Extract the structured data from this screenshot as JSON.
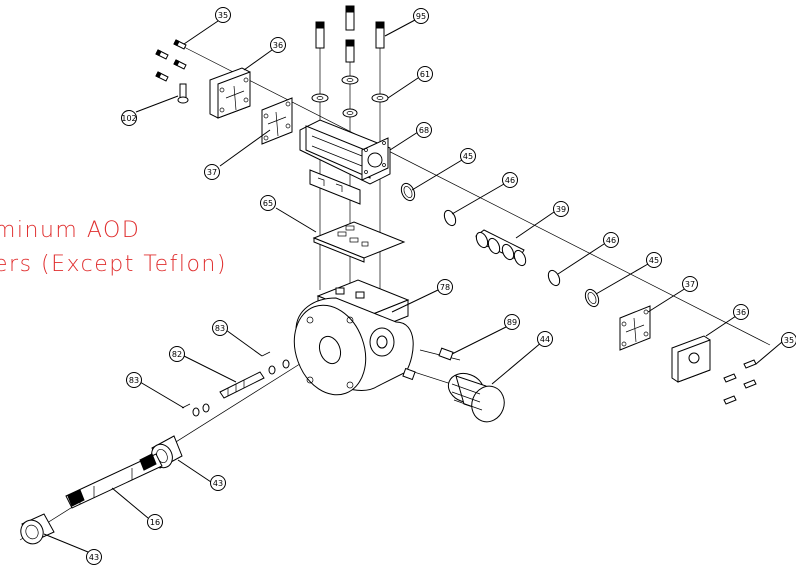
{
  "diagram": {
    "title_lines": [
      "minum AOD",
      "ers (Except Teflon)"
    ],
    "callouts": [
      {
        "id": "c35a",
        "label": "35"
      },
      {
        "id": "c95",
        "label": "95"
      },
      {
        "id": "c36a",
        "label": "36"
      },
      {
        "id": "c61",
        "label": "61"
      },
      {
        "id": "c102",
        "label": "102"
      },
      {
        "id": "c68",
        "label": "68"
      },
      {
        "id": "c37a",
        "label": "37"
      },
      {
        "id": "c45a",
        "label": "45"
      },
      {
        "id": "c46a",
        "label": "46"
      },
      {
        "id": "c65",
        "label": "65"
      },
      {
        "id": "c39",
        "label": "39"
      },
      {
        "id": "c46b",
        "label": "46"
      },
      {
        "id": "c45b",
        "label": "45"
      },
      {
        "id": "c78",
        "label": "78"
      },
      {
        "id": "c37b",
        "label": "37"
      },
      {
        "id": "c36b",
        "label": "36"
      },
      {
        "id": "c35b",
        "label": "35"
      },
      {
        "id": "c83a",
        "label": "83"
      },
      {
        "id": "c89",
        "label": "89"
      },
      {
        "id": "c82",
        "label": "82"
      },
      {
        "id": "c44",
        "label": "44"
      },
      {
        "id": "c83b",
        "label": "83"
      },
      {
        "id": "c43a",
        "label": "43"
      },
      {
        "id": "c16",
        "label": "16"
      },
      {
        "id": "c43b",
        "label": "43"
      }
    ]
  }
}
